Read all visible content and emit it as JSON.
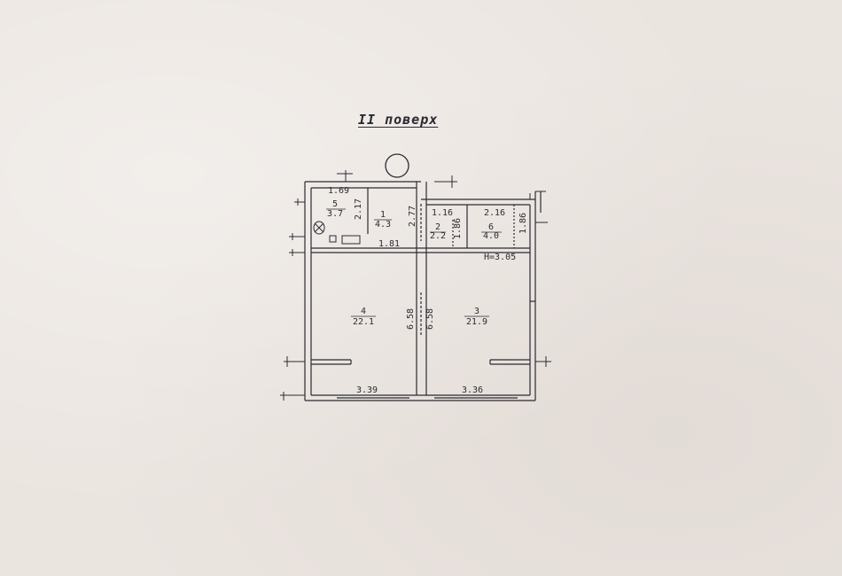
{
  "title": "II поверх",
  "height_note": "H=3.05",
  "rooms": [
    {
      "num": "1",
      "area": "4.3"
    },
    {
      "num": "2",
      "area": "2.2"
    },
    {
      "num": "3",
      "area": "21.9"
    },
    {
      "num": "4",
      "area": "22.1"
    },
    {
      "num": "5",
      "area": "3.7"
    },
    {
      "num": "6",
      "area": "4.0"
    }
  ],
  "dimensions": {
    "d_1_69": "1.69",
    "d_2_17": "2.17",
    "d_2_77": "2.77",
    "d_1_16": "1.16",
    "d_2_16": "2.16",
    "d_1_86_a": "1.86",
    "d_1_86_b": "1.86",
    "d_1_81": "1.81",
    "d_6_58_a": "6.58",
    "d_6_58_b": "6.58",
    "d_3_39": "3.39",
    "d_3_36": "3.36"
  },
  "colors": {
    "ink": "#2b2b33",
    "paper": "#ebe5e0"
  }
}
